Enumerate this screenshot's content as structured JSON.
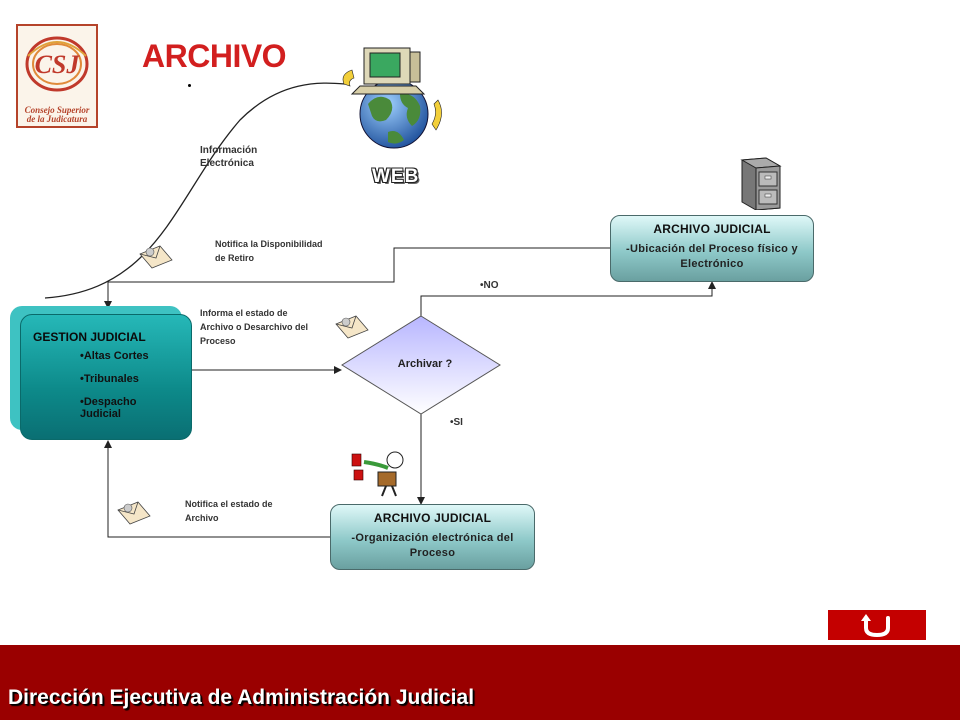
{
  "logo": {
    "monogram": "CSJ",
    "line1": "Consejo Superior",
    "line2": "de la Judicatura"
  },
  "title": "ARCHIVO",
  "web_label": "WEB",
  "labels": {
    "info_electronica": [
      "Información",
      "Electrónica"
    ],
    "notifica_disponibilidad": [
      "Notifica la Disponibilidad",
      "de Retiro"
    ],
    "informa_estado": [
      "Informa el estado de",
      "Archivo o Desarchivo del",
      "Proceso"
    ],
    "notifica_estado": [
      "Notifica el estado de",
      "Archivo"
    ],
    "no": "•NO",
    "si": "•SI"
  },
  "gestion": {
    "title": "GESTION JUDICIAL",
    "items": [
      "•Altas Cortes",
      "•Tribunales",
      "•Despacho Judicial"
    ]
  },
  "decision": "Archivar ?",
  "archivo_top": {
    "title": "ARCHIVO JUDICIAL",
    "subtitle": "-Ubicación del Proceso físico y Electrónico"
  },
  "archivo_bottom": {
    "title": "ARCHIVO JUDICIAL",
    "subtitle": "-Organización electrónica del Proceso"
  },
  "footer": "Dirección Ejecutiva de Administración Judicial",
  "colors": {
    "title_red": "#d21f1f",
    "footer_red": "#9a0000",
    "teal": "#0d8a8a",
    "box_teal": "#8ec9c9"
  },
  "icons": [
    "csj-logo",
    "computer-globe-icon",
    "filing-cabinet-icon",
    "envelope-icon",
    "person-carrying-icon",
    "back-arrow-icon"
  ]
}
